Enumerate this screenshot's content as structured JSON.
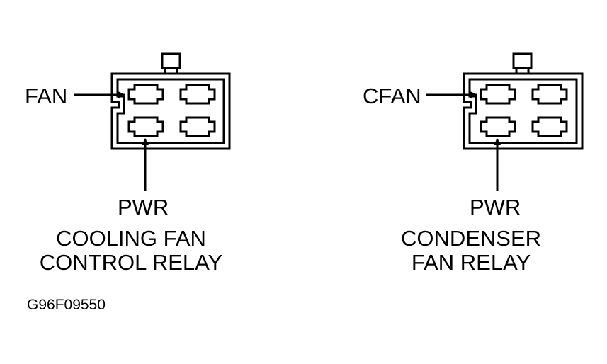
{
  "diagram": {
    "relays": [
      {
        "pin_label": "FAN",
        "power_label": "PWR",
        "title_line1": "COOLING FAN",
        "title_line2": "CONTROL RELAY"
      },
      {
        "pin_label": "CFAN",
        "power_label": "PWR",
        "title_line1": "CONDENSER",
        "title_line2": "FAN RELAY"
      }
    ],
    "figure_code": "G96F09550"
  }
}
